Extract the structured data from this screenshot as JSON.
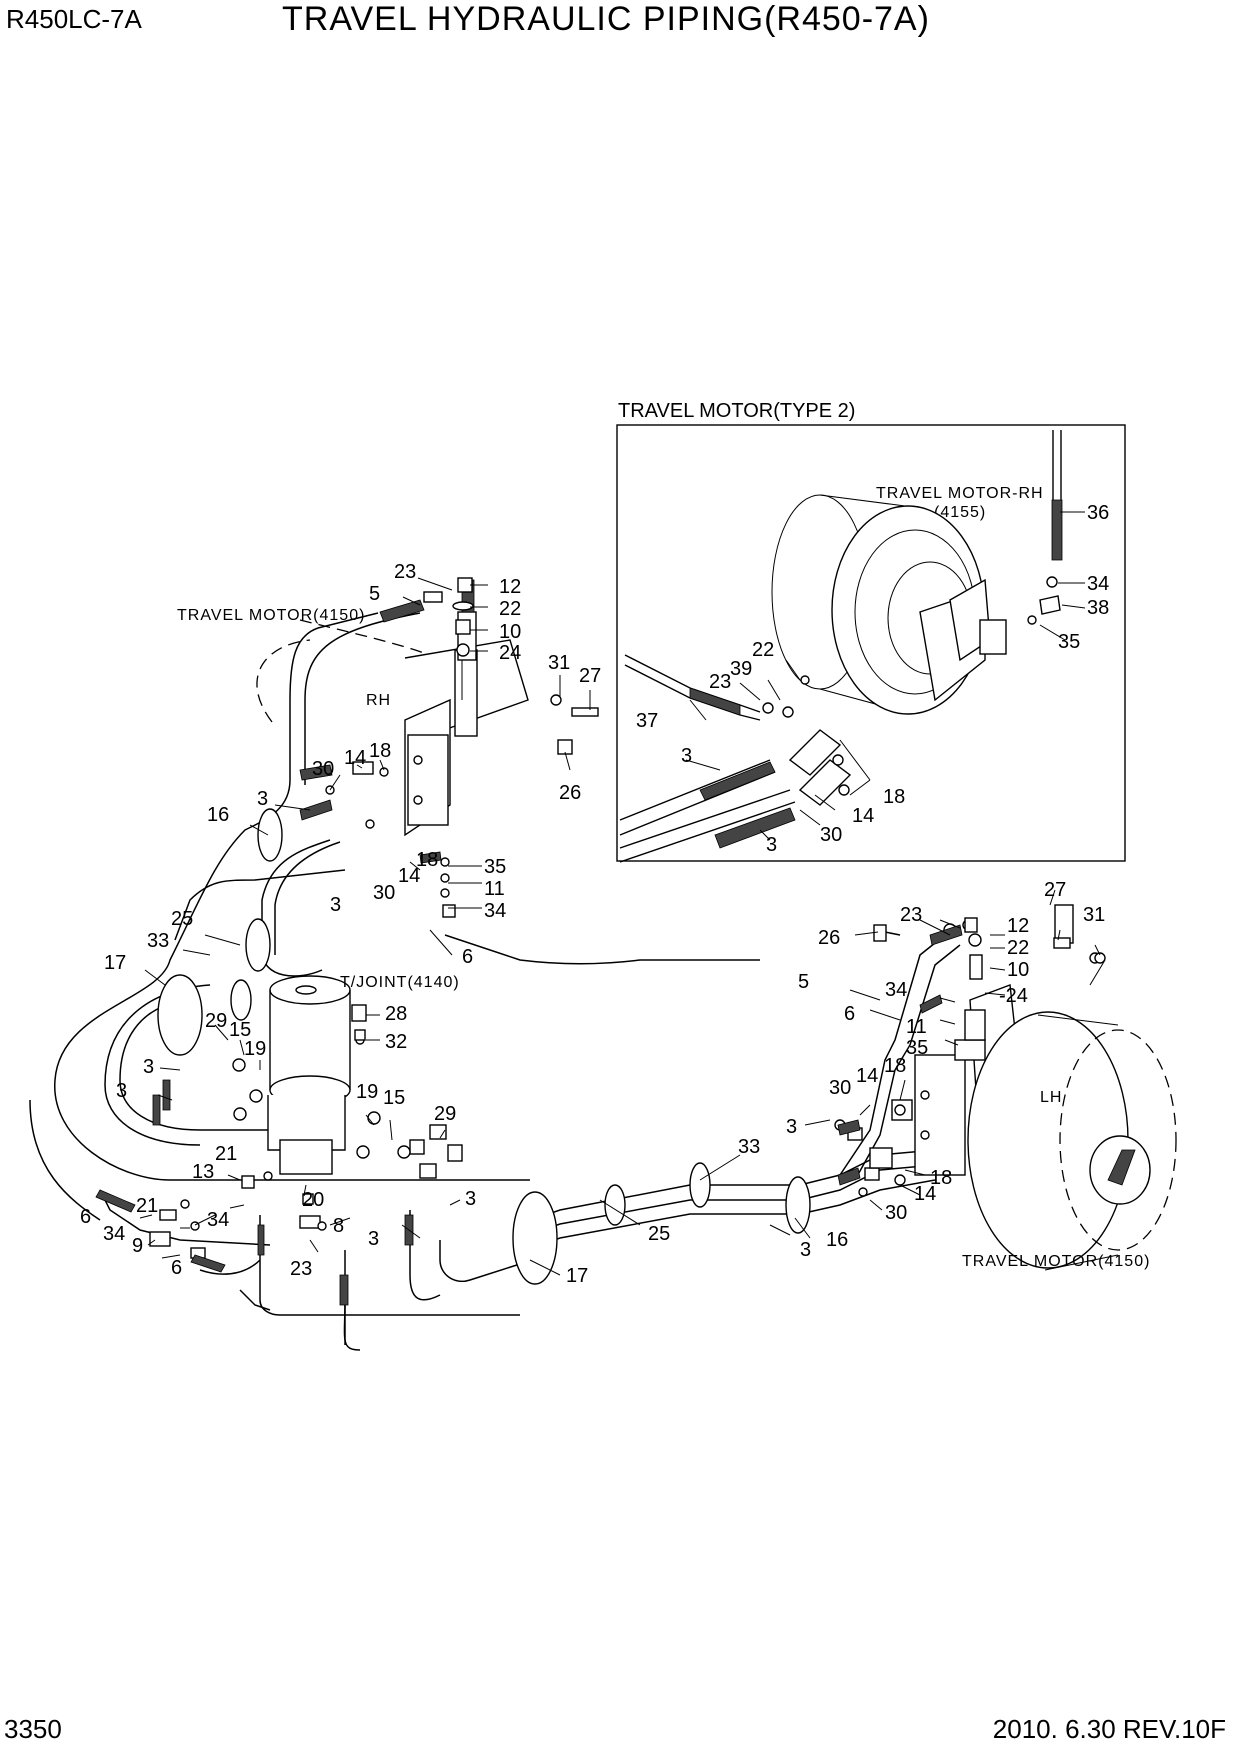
{
  "header": {
    "model": "R450LC-7A",
    "title": "TRAVEL HYDRAULIC PIPING(R450-7A)"
  },
  "footer": {
    "page": "3350",
    "revision": "2010. 6.30  REV.10F"
  },
  "inset": {
    "title": "TRAVEL MOTOR(TYPE 2)",
    "motor_caption": "TRAVEL MOTOR-RH",
    "motor_code": "(4155)"
  },
  "captions": {
    "travel_motor_rh": "TRAVEL MOTOR(4150)",
    "rh": "RH",
    "tjoint": "T/JOINT(4140)",
    "lh": "LH",
    "travel_motor_lh": "TRAVEL MOTOR(4150)"
  },
  "callouts": [
    "23",
    "5",
    "12",
    "22",
    "10",
    "24",
    "31",
    "27",
    "26",
    "30",
    "14",
    "18",
    "3",
    "16",
    "18",
    "35",
    "11",
    "34",
    "14",
    "30",
    "3",
    "6",
    "25",
    "33",
    "17",
    "28",
    "32",
    "29",
    "15",
    "19",
    "3",
    "3",
    "19",
    "15",
    "29",
    "21",
    "13",
    "21",
    "6",
    "34",
    "9",
    "20",
    "34",
    "8",
    "6",
    "23",
    "3",
    "3",
    "17",
    "25",
    "3",
    "16",
    "33",
    "3",
    "30",
    "14",
    "18",
    "18",
    "14",
    "30",
    "23",
    "12",
    "26",
    "27",
    "31",
    "22",
    "10",
    "-24",
    "5",
    "34",
    "6",
    "11",
    "35",
    "36",
    "34",
    "38",
    "35",
    "22",
    "39",
    "23",
    "37",
    "3",
    "18",
    "14",
    "30",
    "3"
  ]
}
